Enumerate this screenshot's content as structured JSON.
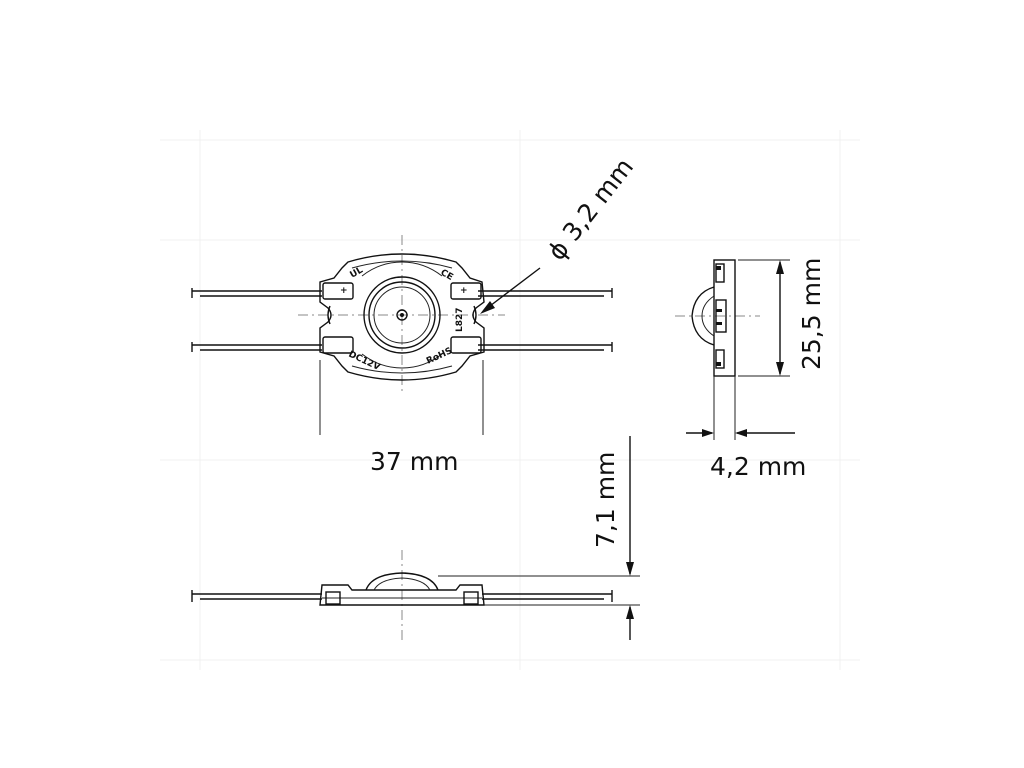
{
  "dimensions": {
    "width_label": "37 mm",
    "height_label": "25,5 mm",
    "depth_label": "4,2 mm",
    "profile_label": "7,1 mm",
    "lens_label": "ϕ 3,2 mm"
  },
  "markings": {
    "plus_top_left": "+",
    "plus_top_right": "+",
    "voltage": "DC12V",
    "rohs": "RoHS",
    "ce": "CE",
    "ul": "UL",
    "lot": "L827"
  },
  "colors": {
    "line": "#111111",
    "centerline": "#888888"
  }
}
